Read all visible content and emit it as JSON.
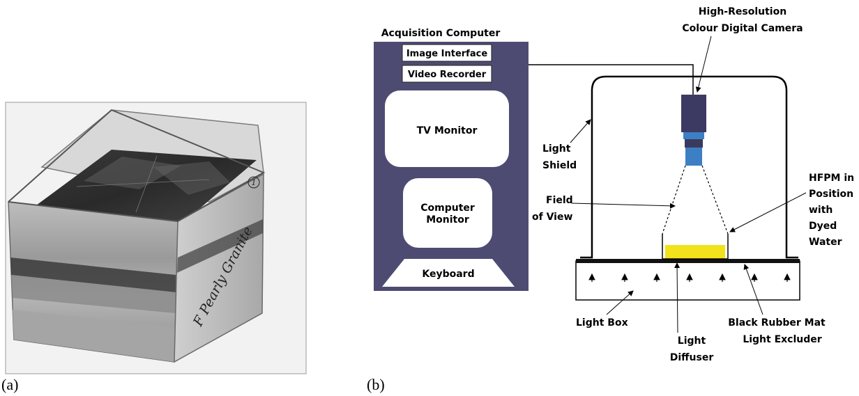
{
  "panel_a": {
    "caption": "(a)",
    "photo_label": "F Pearly Granite",
    "corner_mark": "1"
  },
  "panel_b": {
    "caption": "(b)",
    "computer": {
      "title": "Acquisition Computer",
      "image_interface": "Image Interface",
      "video_recorder": "Video Recorder",
      "tv_monitor": "TV Monitor",
      "computer_monitor_line1": "Computer",
      "computer_monitor_line2": "Monitor",
      "keyboard": "Keyboard"
    },
    "labels": {
      "camera_line1": "High-Resolution",
      "camera_line2": "Colour Digital Camera",
      "light_shield_line1": "Light",
      "light_shield_line2": "Shield",
      "field_of_view_line1": "Field",
      "field_of_view_line2": "of View",
      "hfpm_line1": "HFPM in",
      "hfpm_line2": "Position",
      "hfpm_line3": "with",
      "hfpm_line4": "Dyed",
      "hfpm_line5": "Water",
      "light_box": "Light Box",
      "light_diffuser_line1": "Light",
      "light_diffuser_line2": "Diffuser",
      "rubber_mat_line1": "Black Rubber Mat",
      "rubber_mat_line2": "Light Excluder"
    },
    "colors": {
      "computer_body": "#4e4b72",
      "camera_body": "#3c3a62",
      "lens": "#3d7fc4",
      "dyed_water": "#f2e21c",
      "mat": "#111111"
    }
  }
}
